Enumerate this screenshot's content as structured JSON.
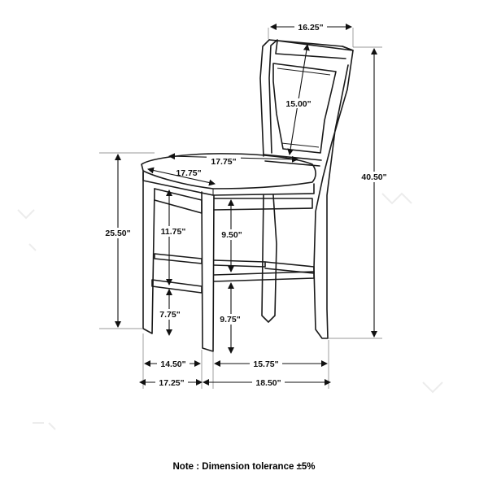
{
  "dimensions": {
    "back_width": "16.25\"",
    "back_panel_height": "15.00\"",
    "overall_height": "40.50\"",
    "seat_width": "17.75\"",
    "seat_depth": "17.75\"",
    "seat_height": "25.50\"",
    "seat_to_stretcher": "11.75\"",
    "apron_to_stretcher": "9.50\"",
    "stretcher_to_floor": "7.75\"",
    "lower_stretcher_to_floor": "9.75\"",
    "front_legs_inner": "14.50\"",
    "side_legs_inner": "15.75\"",
    "front_width": "17.25\"",
    "side_depth": "18.50\""
  },
  "note": "Note : Dimension tolerance ±5%"
}
